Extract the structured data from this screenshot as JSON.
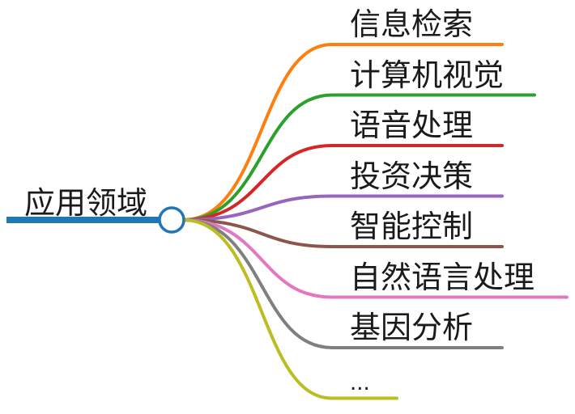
{
  "root": {
    "label": "应用领域",
    "color": "#1f77b4"
  },
  "branches": [
    {
      "label": "信息检索",
      "color": "#ff7f0e"
    },
    {
      "label": "计算机视觉",
      "color": "#2ca02c"
    },
    {
      "label": "语音处理",
      "color": "#d62728"
    },
    {
      "label": "投资决策",
      "color": "#9467bd"
    },
    {
      "label": "智能控制",
      "color": "#8c564b"
    },
    {
      "label": "自然语言处理",
      "color": "#e377c2"
    },
    {
      "label": "基因分析",
      "color": "#7f7f7f"
    },
    {
      "label": "...",
      "color": "#bcbd22"
    }
  ]
}
